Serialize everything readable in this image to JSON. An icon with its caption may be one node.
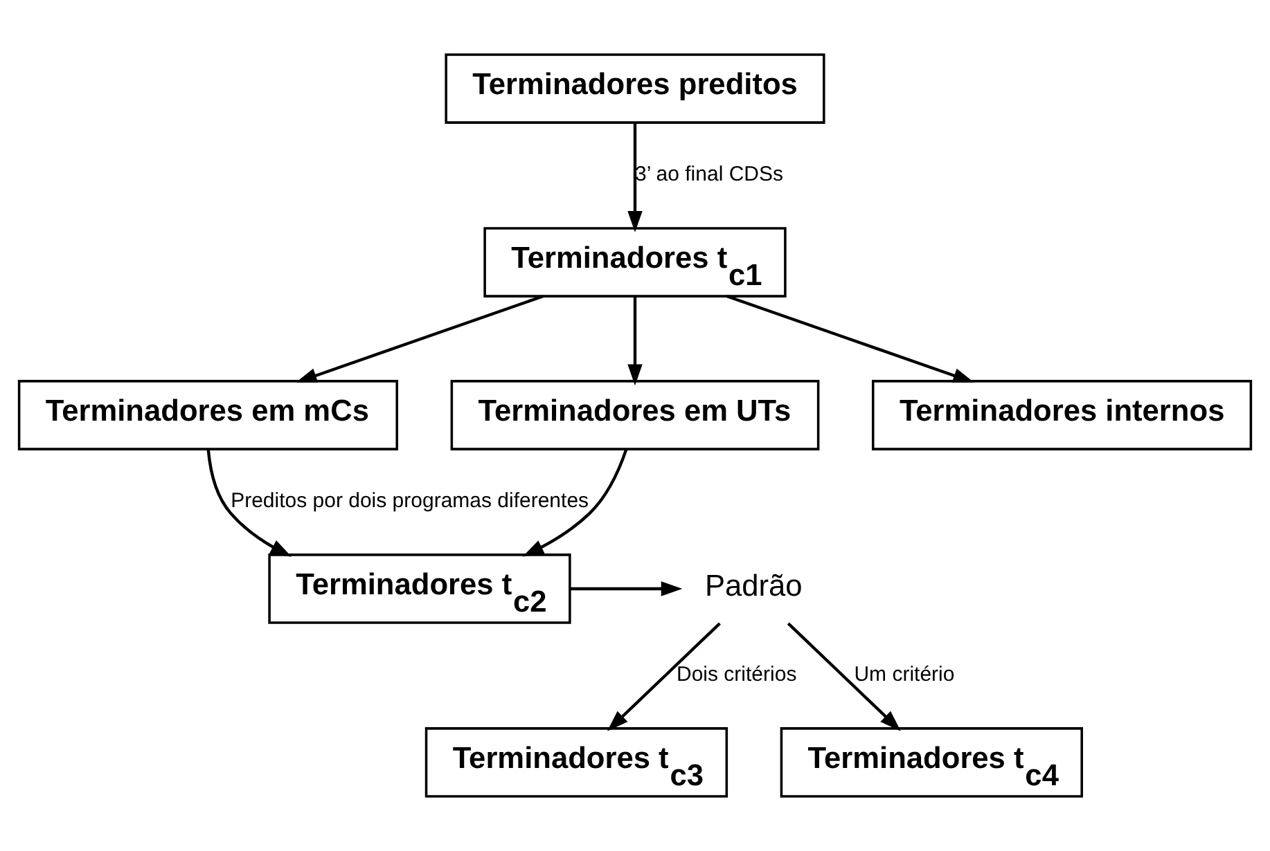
{
  "diagram": {
    "nodes": [
      {
        "text": [
          "Terminadores preditos"
        ]
      },
      {
        "text": [
          "Terminadores t$_{c1}$"
        ]
      },
      {
        "text": [
          "Terminadores em mCs"
        ]
      },
      {
        "text": [
          "Terminadores em UTs"
        ]
      },
      {
        "text": [
          "Terminadores internos"
        ]
      },
      {
        "text": [
          "Terminadores t$_{c2}$"
        ]
      },
      {
        "text": [
          "Padrão"
        ]
      },
      {
        "text": [
          "Terminadores t$_{c3}$"
        ]
      },
      {
        "text": [
          "Terminadores t$_{c4}$"
        ]
      }
    ],
    "edges": [
      {
        "from": 0,
        "to": 1,
        "arrow": "to",
        "label": "3’ ao final CDSs"
      },
      {
        "from": 1,
        "to": 2,
        "arrow": "to"
      },
      {
        "from": 1,
        "to": 3,
        "arrow": "to"
      },
      {
        "from": 1,
        "to": 4,
        "arrow": "to"
      },
      {
        "from": 2,
        "to": 5,
        "arrow": "to",
        "label": "Preditos por dois programas diferentes"
      },
      {
        "from": 3,
        "to": 5,
        "arrow": "to"
      },
      {
        "from": 5,
        "to": 6,
        "arrow": "to"
      },
      {
        "from": 6,
        "to": 7,
        "arrow": "to",
        "label": "Dois critérios"
      },
      {
        "from": 6,
        "to": 8,
        "arrow": "to",
        "label": "Um critério"
      }
    ]
  }
}
